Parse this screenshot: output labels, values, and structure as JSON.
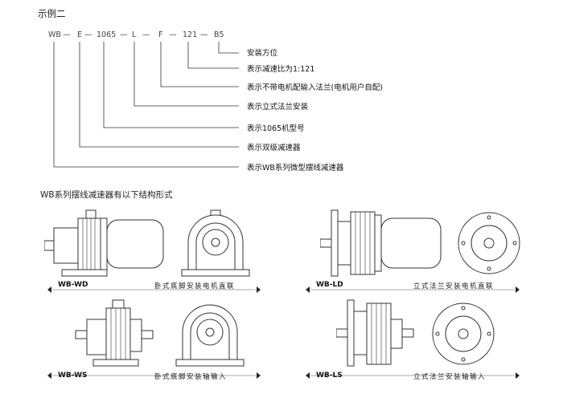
{
  "example": {
    "title": "示例二",
    "code_parts": [
      "WB",
      "—",
      "E",
      "—",
      "1065",
      "—",
      "L",
      "—",
      "F",
      "—",
      "121",
      "—",
      "B5"
    ],
    "descriptions": [
      "安装方位",
      "表示减速比为1:121",
      "表示不带电机配输入法兰(电机用户自配)",
      "表示立式法兰安装",
      "表示1065机型号",
      "表示双级减速器",
      "表示WB系列微型摆线减速器"
    ]
  },
  "structures": {
    "title": "WB系列摆线减速器有以下结构形式",
    "items": [
      {
        "model": "WB-WD",
        "caption": "卧式底脚安装电机直联"
      },
      {
        "model": "WB-LD",
        "caption": "立式法兰安装电机直联"
      },
      {
        "model": "WB-WS",
        "caption": "卧式底脚安装轴输入"
      },
      {
        "model": "WB-LS",
        "caption": "立式法兰安装轴输入"
      }
    ]
  }
}
